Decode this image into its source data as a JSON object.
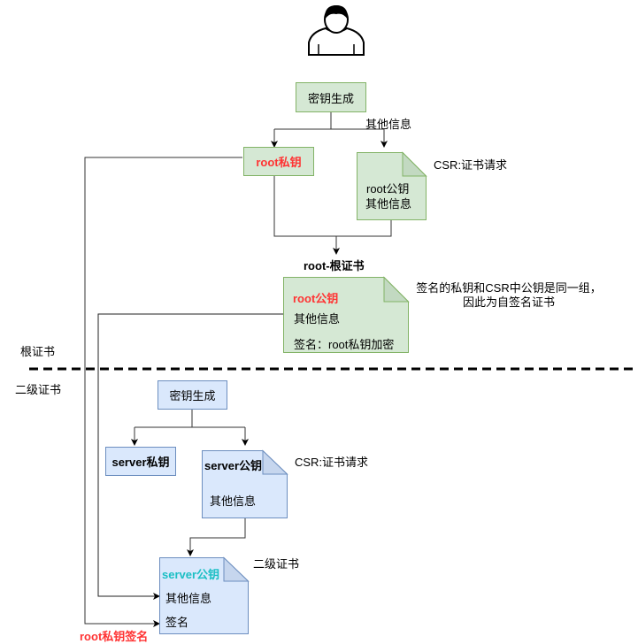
{
  "diagram": {
    "user_icon": "person-icon",
    "root_section": {
      "keygen_label": "密钥生成",
      "other_info_edge_label": "其他信息",
      "private_key_label": "root私钥",
      "csr_doc": {
        "lines": [
          "root公钥",
          "其他信息"
        ],
        "caption": "CSR:证书请求"
      },
      "root_cert_title": "root-根证书",
      "root_cert": {
        "public_key": "root公钥",
        "other_info": "其他信息",
        "signature": "签名：root私钥加密"
      },
      "self_sign_note": [
        "签名的私钥和CSR中公钥是同一组，",
        "因此为自签名证书"
      ]
    },
    "divider": {
      "upper_label": "根证书",
      "lower_label": "二级证书"
    },
    "server_section": {
      "keygen_label": "密钥生成",
      "private_key_label": "server私钥",
      "csr_doc": {
        "public_key": "server公钥",
        "other_info": "其他信息",
        "caption": "CSR:证书请求"
      },
      "server_cert": {
        "public_key": "server公钥",
        "other_info": "其他信息",
        "signature": "签名",
        "caption": "二级证书"
      },
      "root_sign_label": "root私钥签名"
    },
    "colors": {
      "green_fill": "#d5e8d4",
      "green_stroke": "#82b366",
      "blue_fill": "#dae8fc",
      "blue_stroke": "#6c8ebf",
      "highlight_red": "#ff3333",
      "highlight_cyan": "#1bbfc4"
    }
  }
}
